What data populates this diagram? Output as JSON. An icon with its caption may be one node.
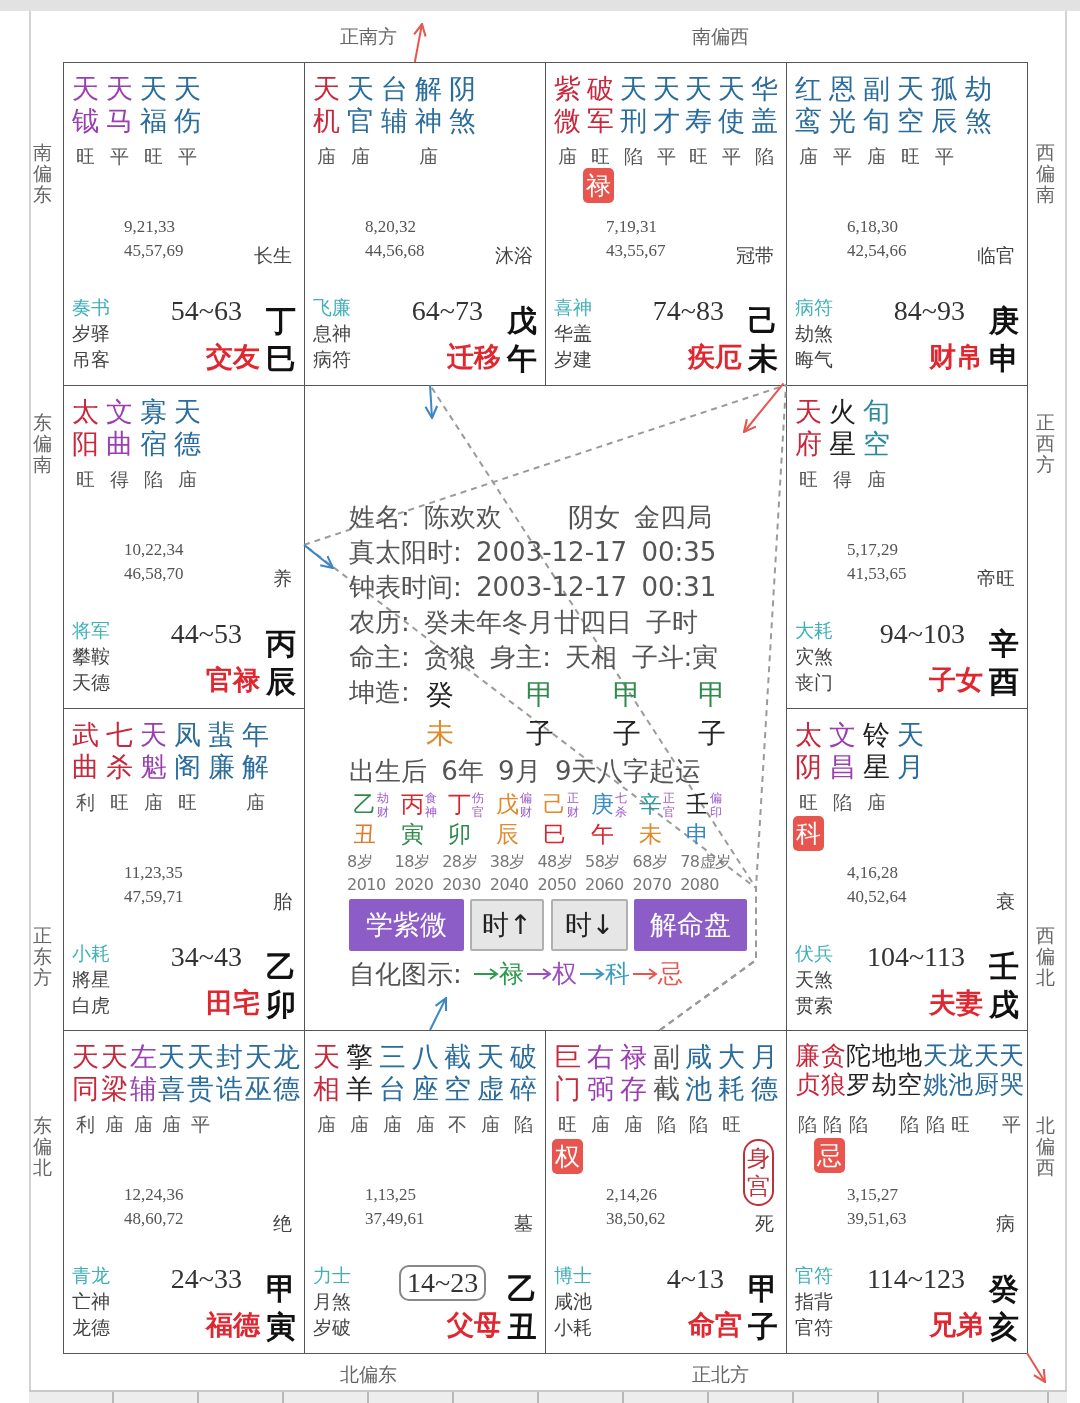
{
  "diagram": {
    "nodes": [
      {
        "text": [
          "天钺",
          "天马",
          "天福",
          "天伤",
          "旺",
          "平",
          "旺",
          "平",
          "9,21,33 45,57,69",
          "长生",
          "奏书",
          "岁驿",
          "吊客",
          "54~63",
          "交友",
          "丁",
          "巳"
        ]
      },
      {
        "text": [
          "天机",
          "天官",
          "台辅",
          "解神",
          "阴煞",
          "庙",
          "庙",
          "庙",
          "8,20,32 44,56,68",
          "沐浴",
          "飞廉",
          "息神",
          "病符",
          "64~73",
          "迁移",
          "戊",
          "午"
        ]
      },
      {
        "text": [
          "紫微",
          "破军",
          "天刑",
          "天才",
          "天寿",
          "天使",
          "华盖",
          "庙",
          "旺",
          "陷",
          "平",
          "旺",
          "平",
          "陷",
          "7,19,31 43,55,67",
          "冠带",
          "喜神",
          "华盖",
          "岁建",
          "74~83",
          "疾厄",
          "己",
          "未"
        ]
      },
      {
        "text": [
          "红鸾",
          "恩光",
          "副旬",
          "天空",
          "孤辰",
          "劫煞",
          "庙",
          "平",
          "庙",
          "旺",
          "平",
          "6,18,30 42,54,66",
          "临官",
          "病符",
          "劫煞",
          "晦气",
          "84~93",
          "财帛",
          "庚",
          "申"
        ]
      },
      {
        "text": [
          "太阳",
          "文曲",
          "寡宿",
          "天德",
          "旺",
          "得",
          "陷",
          "庙",
          "10,22,34 46,58,70",
          "养",
          "将军",
          "攀鞍",
          "天德",
          "44~53",
          "官禄",
          "丙",
          "辰"
        ]
      },
      {
        "text": [
          "姓名: 陈欢欢",
          "阴女 金四局",
          "真太阳时: 2003-12-17 00:35",
          "钟表时间: 2003-12-17 00:31",
          "农历: 癸未年冬月廿四日 子时",
          "命主: 贪狼 身主: 天相 子斗:寅",
          "坤造:",
          "癸未",
          "甲子",
          "甲子",
          "甲子",
          "出生后 6年 9月 9天八字起运",
          "乙丑",
          "劫财",
          "丙寅",
          "食神",
          "丁卯",
          "伤官",
          "戊辰",
          "偏财",
          "己巳",
          "正财",
          "庚午",
          "七杀",
          "辛未",
          "正官",
          "壬申",
          "偏印",
          "8岁",
          "18岁",
          "28岁",
          "38岁",
          "48岁",
          "58岁",
          "68岁",
          "78虚岁",
          "2010",
          "2020",
          "2030",
          "2040",
          "2050",
          "2060",
          "2070",
          "2080",
          "自化图示:"
        ]
      },
      {
        "text": [
          "天府",
          "火星",
          "旬空",
          "旺",
          "得",
          "庙",
          "5,17,29 41,53,65",
          "帝旺",
          "大耗",
          "灾煞",
          "丧门",
          "94~103",
          "子女",
          "辛",
          "酉"
        ]
      },
      {
        "text": [
          "武曲",
          "七杀",
          "天魁",
          "凤阁",
          "蜚廉",
          "年解",
          "利",
          "旺",
          "庙",
          "旺",
          "庙",
          "11,23,35 47,59,71",
          "胎",
          "小耗",
          "將星",
          "白虎",
          "34~43",
          "田宅",
          "乙",
          "卯"
        ]
      },
      {
        "text": [
          "太阴",
          "文昌",
          "铃星",
          "天月",
          "旺",
          "陷",
          "庙",
          "4,16,28 40,52,64",
          "衰",
          "伏兵",
          "天煞",
          "贯索",
          "104~113",
          "夫妻",
          "壬",
          "戌"
        ]
      },
      {
        "text": [
          "天同",
          "天梁",
          "左辅",
          "天喜",
          "天贵",
          "封诰",
          "天巫",
          "龙德",
          "利",
          "庙",
          "庙",
          "庙",
          "平",
          "12,24,36 48,60,72",
          "绝",
          "青龙",
          "亡神",
          "龙德",
          "24~33",
          "福德",
          "甲",
          "寅"
        ]
      },
      {
        "text": [
          "天相",
          "擎羊",
          "三台",
          "八座",
          "截空",
          "天虚",
          "破碎",
          "庙",
          "庙",
          "庙",
          "庙",
          "不",
          "庙",
          "陷",
          "1,13,25 37,49,61",
          "墓",
          "力士",
          "月煞",
          "岁破",
          "父母",
          "乙",
          "丑"
        ]
      },
      {
        "text": [
          "巨门",
          "右弼",
          "禄存",
          "副截",
          "咸池",
          "大耗",
          "月德",
          "旺",
          "庙",
          "庙",
          "陷",
          "陷",
          "旺",
          "2,14,26 38,50,62",
          "死",
          "博士",
          "咸池",
          "小耗",
          "4~13",
          "命宫",
          "甲",
          "子"
        ]
      },
      {
        "text": [
          "廉贞",
          "贪狼",
          "陀罗",
          "地劫",
          "地空",
          "天姚",
          "龙池",
          "天厨",
          "天哭",
          "陷",
          "陷",
          "陷",
          "陷",
          "陷",
          "旺",
          "平",
          "3,15,27 39,51,63",
          "病",
          "官符",
          "指背",
          "官符",
          "114~123",
          "兄弟",
          "癸",
          "亥"
        ]
      },
      {
        "text": [
          "禄"
        ],
        "in": 2
      },
      {
        "text": [
          "科"
        ],
        "in": 8
      },
      {
        "text": [
          "权"
        ],
        "in": 11
      },
      {
        "text": [
          "身宫"
        ],
        "in": 11
      },
      {
        "text": [
          "忌"
        ],
        "in": 12
      },
      {
        "text": [
          "14~23"
        ],
        "in": 10
      },
      {
        "text": [
          "学紫微"
        ],
        "in": 5
      },
      {
        "text": [
          "时↑"
        ],
        "in": 5
      },
      {
        "text": [
          "时↓"
        ],
        "in": 5
      },
      {
        "text": [
          "解命盘"
        ],
        "in": 5
      }
    ],
    "edges": [
      {
        "from": 11,
        "to": 1,
        "arrow": "none",
        "style": "dashed"
      },
      {
        "from": 11,
        "to": 4,
        "arrow": "none",
        "style": "dashed"
      },
      {
        "from": 11,
        "to": 3,
        "arrow": "none",
        "style": "dashed"
      },
      {
        "from": 4,
        "to": 3,
        "arrow": "none",
        "style": "dashed"
      },
      {
        "from": 1,
        "to": null,
        "arrow": "to",
        "color": "#3b86c4"
      },
      {
        "from": 4,
        "to": null,
        "arrow": "to",
        "color": "#3b86c4"
      },
      {
        "from": 3,
        "to": null,
        "arrow": "to",
        "color": "#e5574f"
      },
      {
        "from": 10,
        "to": null,
        "arrow": "to",
        "color": "#3b86c4"
      },
      {
        "from": 1,
        "to": null,
        "arrow": "to",
        "color": "#e5574f"
      },
      {
        "from": 12,
        "to": null,
        "arrow": "to",
        "color": "#e5574f"
      }
    ],
    "labels": [
      "正南方",
      "南偏西",
      "南偏东",
      "西偏南",
      "东偏南",
      "正西方",
      "正东方",
      "西偏北",
      "东偏北",
      "北偏西",
      "北偏东",
      "正北方"
    ],
    "legend": [
      {
        "text": "禄",
        "color": "#2f9a4c"
      },
      {
        "text": "权",
        "color": "#9a4fc0"
      },
      {
        "text": "科",
        "color": "#3b9ac4"
      },
      {
        "text": "忌",
        "color": "#e5574f"
      }
    ]
  }
}
